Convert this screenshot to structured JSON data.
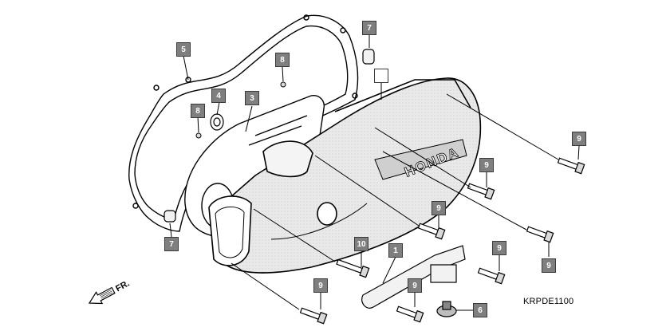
{
  "diagram_code": "KRPDE1100",
  "brand_text": "HONDA",
  "direction_label": "FR.",
  "callouts": [
    {
      "id": "c1",
      "label": "1"
    },
    {
      "id": "c3",
      "label": "3"
    },
    {
      "id": "c4",
      "label": "4"
    },
    {
      "id": "c5",
      "label": "5"
    },
    {
      "id": "c6",
      "label": "6"
    },
    {
      "id": "c7a",
      "label": "7"
    },
    {
      "id": "c7b",
      "label": "7"
    },
    {
      "id": "c8a",
      "label": "8"
    },
    {
      "id": "c8b",
      "label": "8"
    },
    {
      "id": "c9a",
      "label": "9"
    },
    {
      "id": "c9b",
      "label": "9"
    },
    {
      "id": "c9c",
      "label": "9"
    },
    {
      "id": "c9d",
      "label": "9"
    },
    {
      "id": "c9e",
      "label": "9"
    },
    {
      "id": "c9f",
      "label": "9"
    },
    {
      "id": "c9g",
      "label": "9"
    },
    {
      "id": "c10",
      "label": "10"
    },
    {
      "id": "c-blank",
      "label": ""
    }
  ]
}
